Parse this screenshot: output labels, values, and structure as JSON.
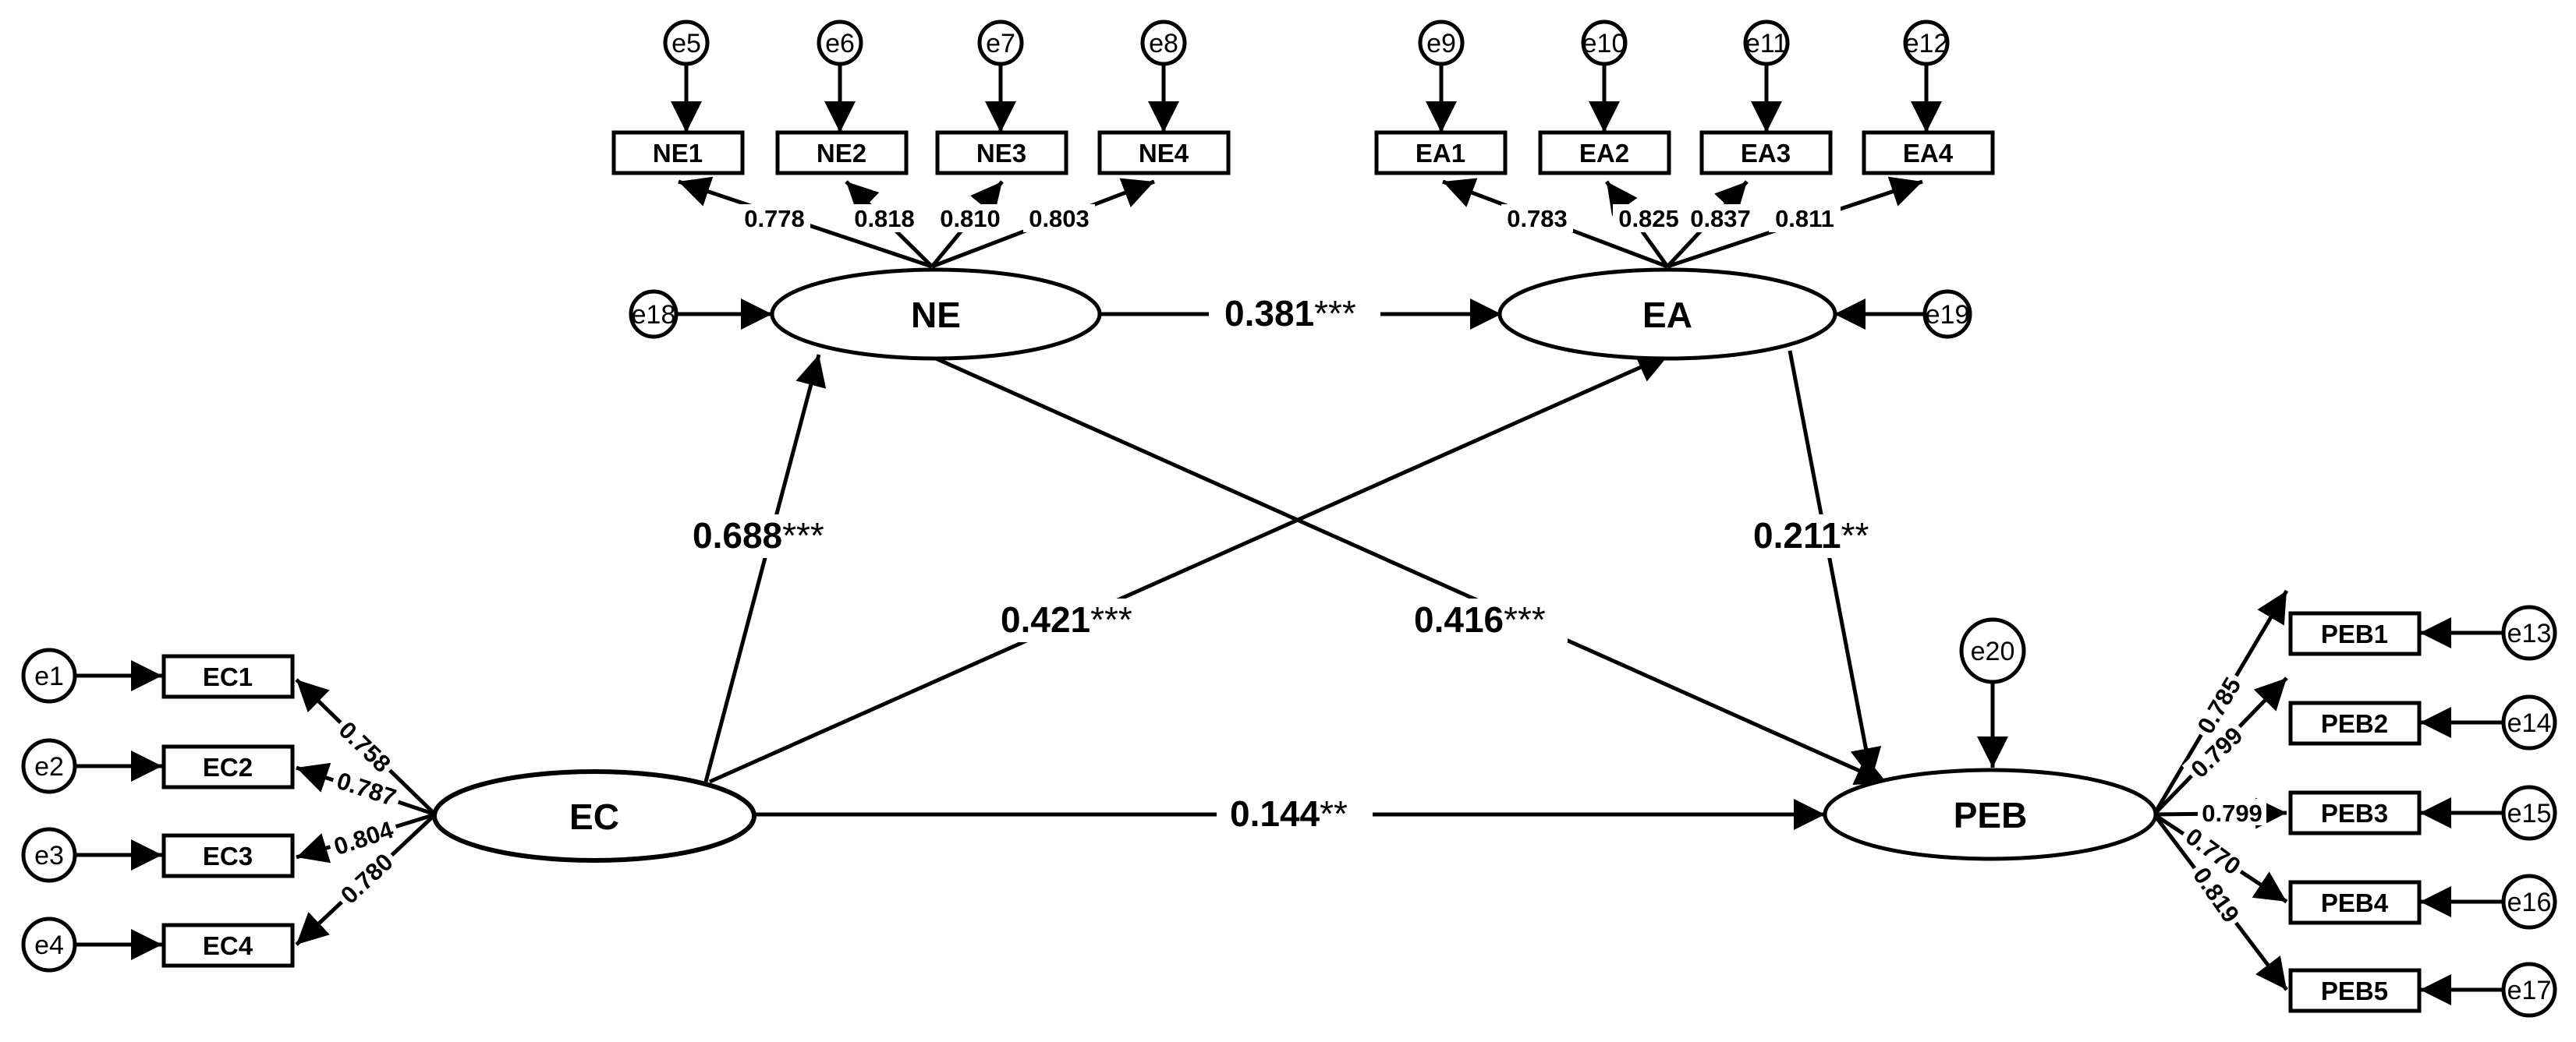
{
  "latents": {
    "EC": "EC",
    "NE": "NE",
    "EA": "EA",
    "PEB": "PEB"
  },
  "indicators": {
    "NE": [
      "NE1",
      "NE2",
      "NE3",
      "NE4"
    ],
    "EA": [
      "EA1",
      "EA2",
      "EA3",
      "EA4"
    ],
    "EC": [
      "EC1",
      "EC2",
      "EC3",
      "EC4"
    ],
    "PEB": [
      "PEB1",
      "PEB2",
      "PEB3",
      "PEB4",
      "PEB5"
    ]
  },
  "errors": {
    "EC": [
      "e1",
      "e2",
      "e3",
      "e4"
    ],
    "NE": [
      "e5",
      "e6",
      "e7",
      "e8"
    ],
    "EA": [
      "e9",
      "e10",
      "e11",
      "e12"
    ],
    "PEB": [
      "e13",
      "e14",
      "e15",
      "e16",
      "e17"
    ],
    "latent": {
      "NE": "e18",
      "EA": "e19",
      "PEB": "e20"
    }
  },
  "loadings": {
    "NE": [
      "0.778",
      "0.818",
      "0.810",
      "0.803"
    ],
    "EA": [
      "0.783",
      "0.825",
      "0.837",
      "0.811"
    ],
    "EC": [
      "0.758",
      "0.787",
      "0.804",
      "0.780"
    ],
    "PEB": [
      "0.785",
      "0.799",
      "0.799",
      "0.770",
      "0.819"
    ]
  },
  "paths": {
    "NE_EA": {
      "coef": "0.381",
      "sig": "***"
    },
    "EC_NE": {
      "coef": "0.688",
      "sig": "***"
    },
    "EC_EA": {
      "coef": "0.421",
      "sig": "***"
    },
    "NE_PEB": {
      "coef": "0.416",
      "sig": "***"
    },
    "EA_PEB": {
      "coef": "0.211",
      "sig": "**"
    },
    "EC_PEB": {
      "coef": "0.144",
      "sig": "**"
    }
  }
}
